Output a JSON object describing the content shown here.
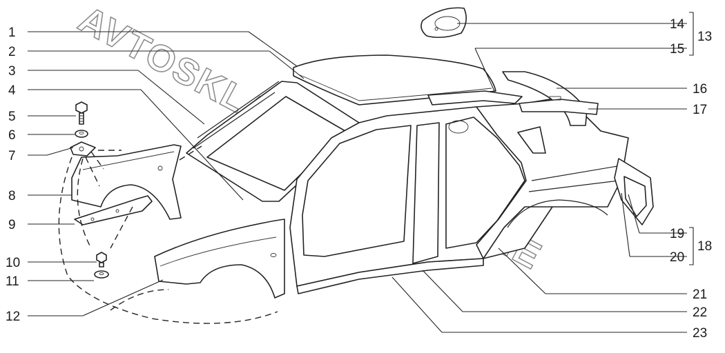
{
  "watermark": "AVTOSKLAD.AGAT.ONLINE",
  "callouts_left": [
    "1",
    "2",
    "3",
    "4",
    "5",
    "6",
    "7",
    "8",
    "9",
    "10",
    "11",
    "12"
  ],
  "callouts_right": [
    "14",
    "15",
    "16",
    "17",
    "19",
    "20",
    "21",
    "22",
    "23"
  ],
  "group_labels": [
    "13",
    "18"
  ]
}
